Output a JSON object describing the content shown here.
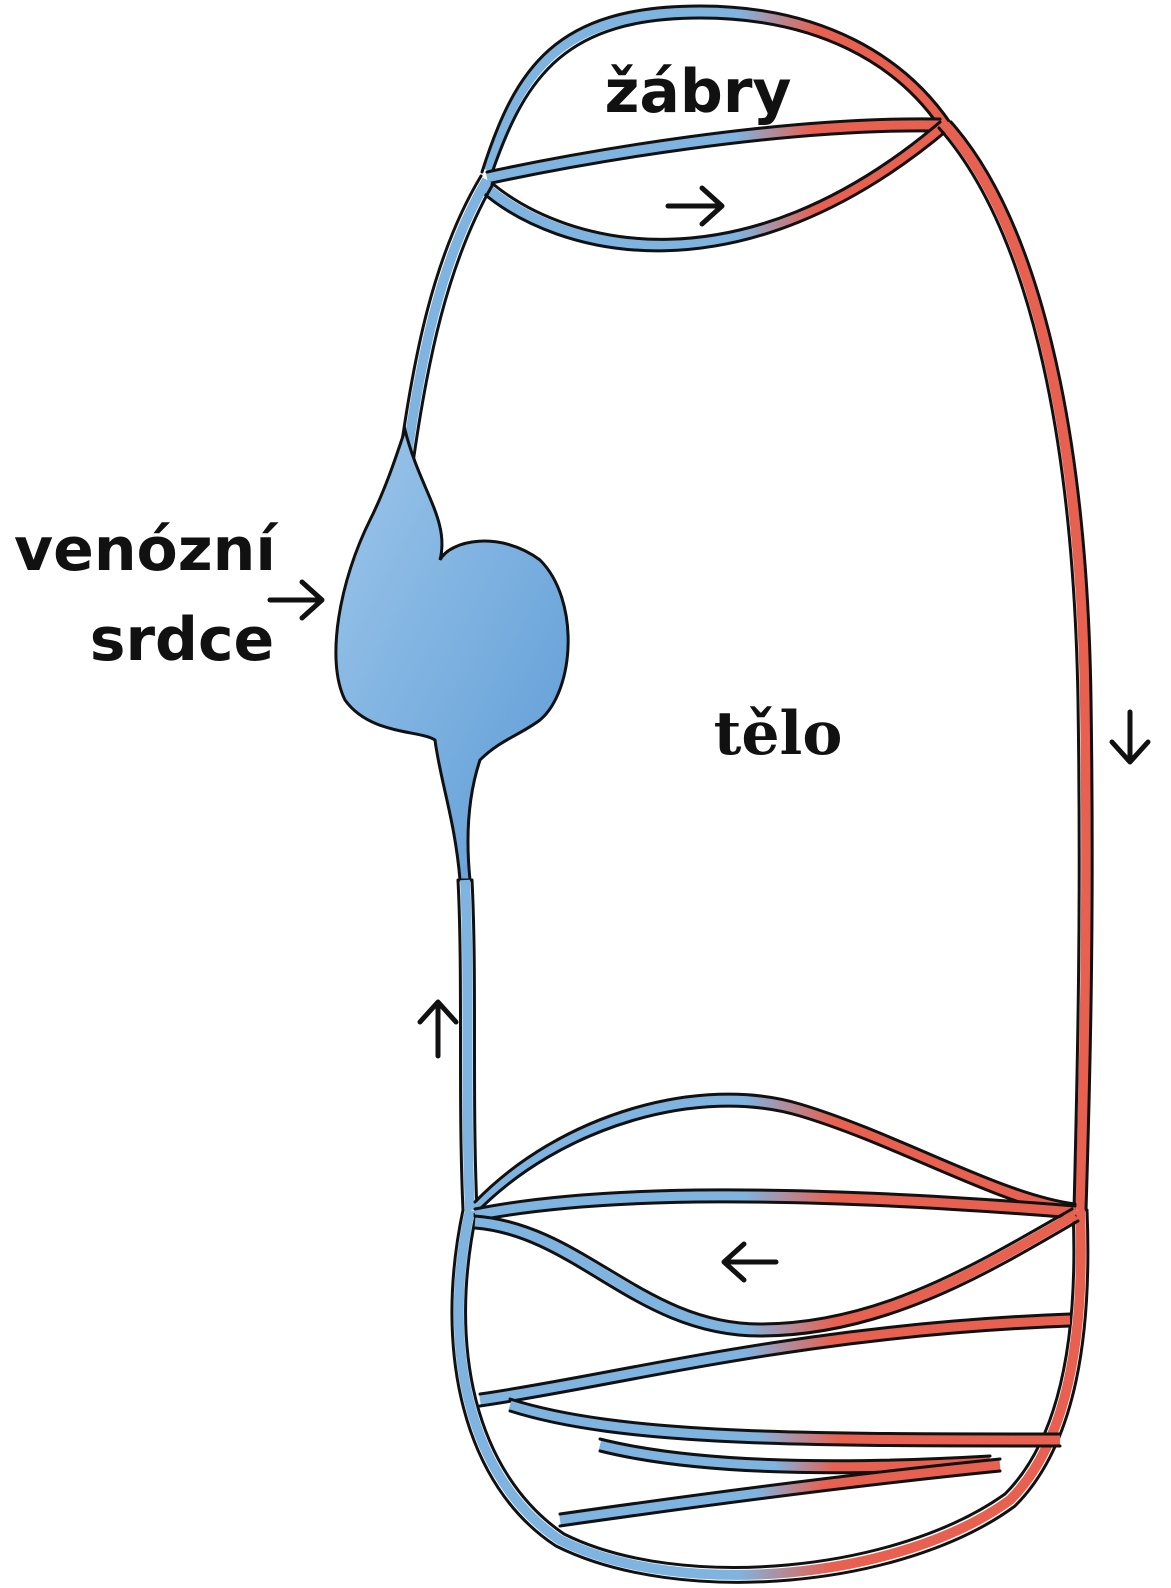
{
  "labels": {
    "gills": "žábry",
    "heart_line1": "venózní",
    "heart_line2": "srdce",
    "body": "tělo"
  },
  "colors": {
    "venous_blue": "#7fb3e0",
    "venous_blue_dark": "#5d9bd6",
    "arterial_red": "#e8604f",
    "outline": "#111111",
    "background": "#ffffff"
  },
  "arrows": [
    {
      "name": "gills-flow-arrow",
      "direction": "right"
    },
    {
      "name": "heart-pointer-arrow",
      "direction": "right"
    },
    {
      "name": "aorta-flow-arrow",
      "direction": "down"
    },
    {
      "name": "vein-flow-arrow",
      "direction": "up"
    },
    {
      "name": "body-capillary-flow-arrow",
      "direction": "left"
    }
  ]
}
